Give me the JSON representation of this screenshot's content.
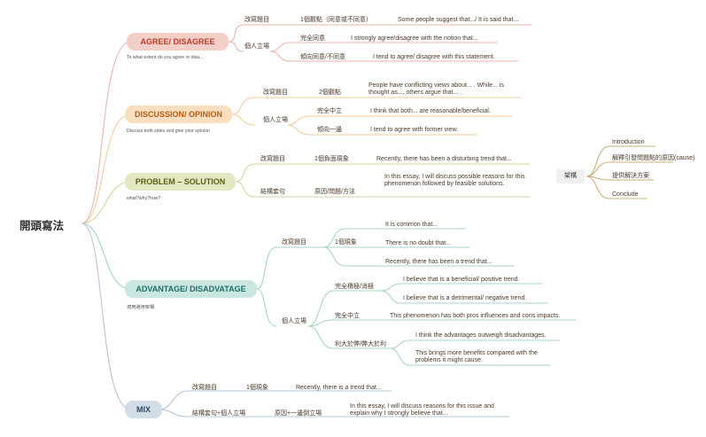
{
  "root": "開頭寫法",
  "colors": {
    "agree": "#f4cfc7",
    "agree_text": "#c0392b",
    "agree_line": "#eab5ab",
    "discussion": "#f9dfbf",
    "discussion_text": "#b85c14",
    "discussion_line": "#f2cd9d",
    "problem": "#e4e8c2",
    "problem_text": "#5a6015",
    "problem_line": "#cfd7a0",
    "advantage": "#c9e6e1",
    "advantage_text": "#1f6f66",
    "advantage_line": "#a9d3cc",
    "mix": "#d3dde8",
    "mix_text": "#2e4a66",
    "mix_line": "#b6c4d6",
    "right_box": "#f0f0f0"
  },
  "agree": {
    "title": "AGREE/ DISAGREE",
    "note": "To what extent do you agree or disa...",
    "b1": "改寫題目",
    "b1_1": "1個觀點（同意或不同意）",
    "b1_1_1": "Some people suggest that.../ It is said that...",
    "b2": "個人立場",
    "b2_1": "完全同意",
    "b2_1_1": "I strongly agree/disagree with the notion that...",
    "b2_2": "傾向同意/不同意",
    "b2_2_1": "I tend to agree/ disagree with this statement."
  },
  "discussion": {
    "title": "DISCUSSION/ OPINION",
    "note": "Discuss both sides and give your opinion",
    "b1": "改寫題目",
    "b1_1": "2個觀點",
    "b1_1_1": "People have conflicting views about... . While... is thought as..., others argue that... .",
    "b2": "個人立場",
    "b2_1": "完全中立",
    "b2_1_1": "I think that both... are reasonable/beneficial.",
    "b2_2": "傾向一邊",
    "b2_2_1": "I tend to agree with former view."
  },
  "problem": {
    "title": "PROBLEM – SOLUTION",
    "note": "what?why?how?",
    "b1": "改寫題目",
    "b1_1": "1個負面現象",
    "b1_1_1": "Recently, there has been a disturbing trend that...",
    "b2": "結構套句",
    "b2_1": "原因/問題/方法",
    "b2_1_1": "In this essay, I will discuss possible reasons for this phenomenon followed by feasible solutions."
  },
  "advantage": {
    "title": "ADVANTAGE/ DISADVATAGE",
    "note": "適用通用架構",
    "b1": "改寫題目",
    "b1_1": "1個現象",
    "b1_1_1": "It is common that...",
    "b1_1_2": "There is no doubt that...",
    "b1_1_3": "Recently, there has been a trend that...",
    "b2": "個人立場",
    "b2_1": "完全積極/消極",
    "b2_1_1": "I believe that is a beneficial/ positive trend.",
    "b2_1_2": "I believe that is a detrimental/ negative trend.",
    "b2_2": "完全中立",
    "b2_2_1": "This phenomenon has both pros influences and cons impacts.",
    "b2_3": "利大於弊/弊大於利",
    "b2_3_1": "I think the advantages outweigh disadvantages.",
    "b2_3_2": "This brings more benefits compared with the problems it might cause."
  },
  "mix": {
    "title": "MIX",
    "b1": "改寫題目",
    "b1_1": "1個現象",
    "b1_1_1": "Recently, there is a trend that...",
    "b2": "結構套句+個人立場",
    "b2_1": "原因+一邊倒立場",
    "b2_1_1": "In this essay, I will discuss reasons for this issue and explain why I strongly believe that..."
  },
  "structure": {
    "label": "架構",
    "items": [
      "Introduction",
      "解釋引發問題點的原因(cause)",
      "提供解決方案",
      "Conclude"
    ]
  }
}
